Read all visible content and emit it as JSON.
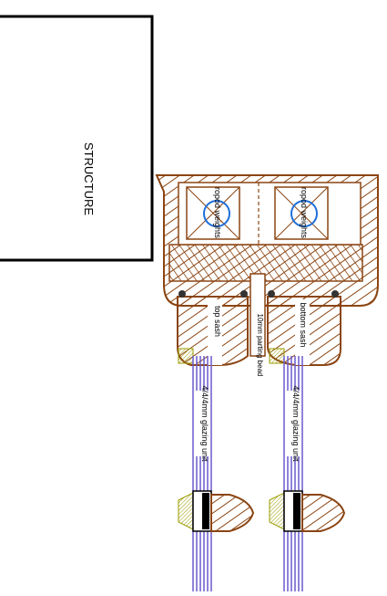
{
  "drawing": {
    "structure_label": "STRUCTURE",
    "left_weight_label": "ropod weights",
    "right_weight_label": "ropod weights",
    "top_sash_label": "top sash",
    "bottom_sash_label": "bottom sash",
    "parting_bead_label": "10mm parting bead",
    "left_glazing_label": "4/4/4mm glazing unit",
    "right_glazing_label": "4/4/4mm glazing unit"
  },
  "colors": {
    "timber_stroke": "#8B4513",
    "glazing": "#6a5acd",
    "seal": "#c8c800",
    "weight_circle": "#1e6fd9",
    "line": "#000000"
  }
}
